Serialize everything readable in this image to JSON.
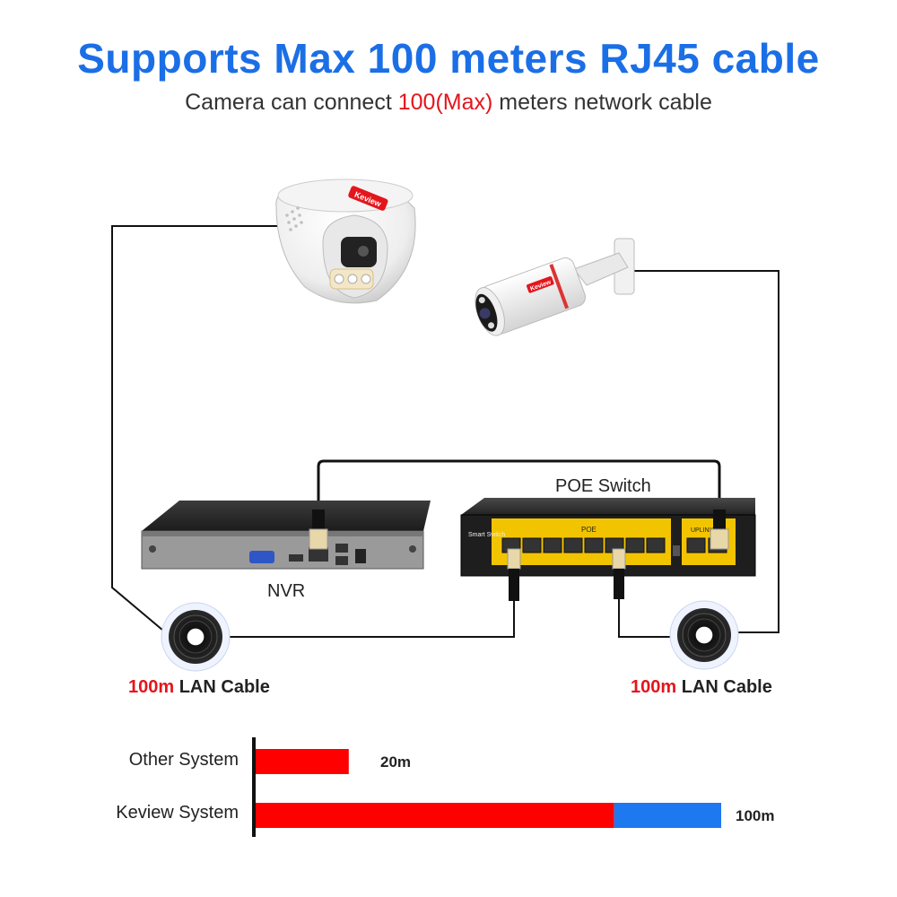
{
  "title": "Supports Max 100 meters RJ45 cable",
  "subtitle": {
    "pre": "Camera can connect ",
    "highlight": "100(Max)",
    "post": " meters network cable"
  },
  "brand": "Keview",
  "devices": {
    "switch_label": "POE Switch",
    "nvr_label": "NVR",
    "switch_panel_text": "Smart Switch",
    "switch_poe_text": "POE",
    "switch_uplink_text": "UPLINK"
  },
  "cables": [
    {
      "length": "100m",
      "text": " LAN Cable"
    },
    {
      "length": "100m",
      "text": " LAN Cable"
    }
  ],
  "colors": {
    "title": "#1b6fe6",
    "highlight": "#e3161c",
    "bar_red": "#ff0000",
    "bar_blue": "#1e78f0"
  },
  "chart_data": {
    "type": "bar",
    "orientation": "horizontal",
    "categories": [
      "Other System",
      "Keview System"
    ],
    "values": [
      20,
      100
    ],
    "value_labels": [
      "20m",
      "100m"
    ],
    "segments": [
      [
        {
          "color": "#ff0000",
          "value": 20
        }
      ],
      [
        {
          "color": "#ff0000",
          "value": 77
        },
        {
          "color": "#1e78f0",
          "value": 23
        }
      ]
    ],
    "xlim": [
      0,
      100
    ]
  }
}
